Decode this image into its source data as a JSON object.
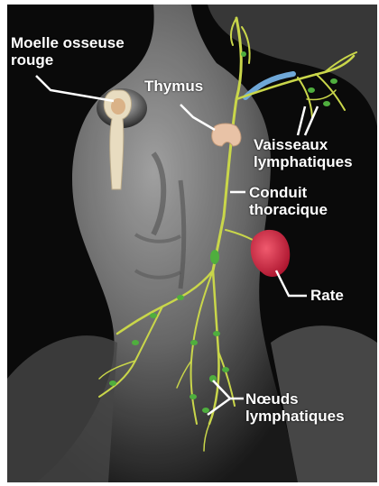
{
  "labels": {
    "bone_marrow": [
      "Moelle osseuse",
      "rouge"
    ],
    "thymus": "Thymus",
    "lymph_vessels": [
      "Vaisseaux",
      "lymphatiques"
    ],
    "thoracic_duct": [
      "Conduit",
      "thoracique"
    ],
    "spleen": "Rate",
    "lymph_nodes": [
      "Nœuds",
      "lymphatiques"
    ]
  },
  "colors": {
    "background": "#0a0a0a",
    "body": "#8a8a8a",
    "lymph_network": "#c9d64a",
    "lymph_nodes": "#4fae3e",
    "spleen": "#d0243c",
    "thymus": "#e8c2a6",
    "bone": "#e8dcc0",
    "subclavian_vein": "#6fa8d8",
    "label_text": "#ffffff",
    "leader_line": "#ffffff"
  }
}
